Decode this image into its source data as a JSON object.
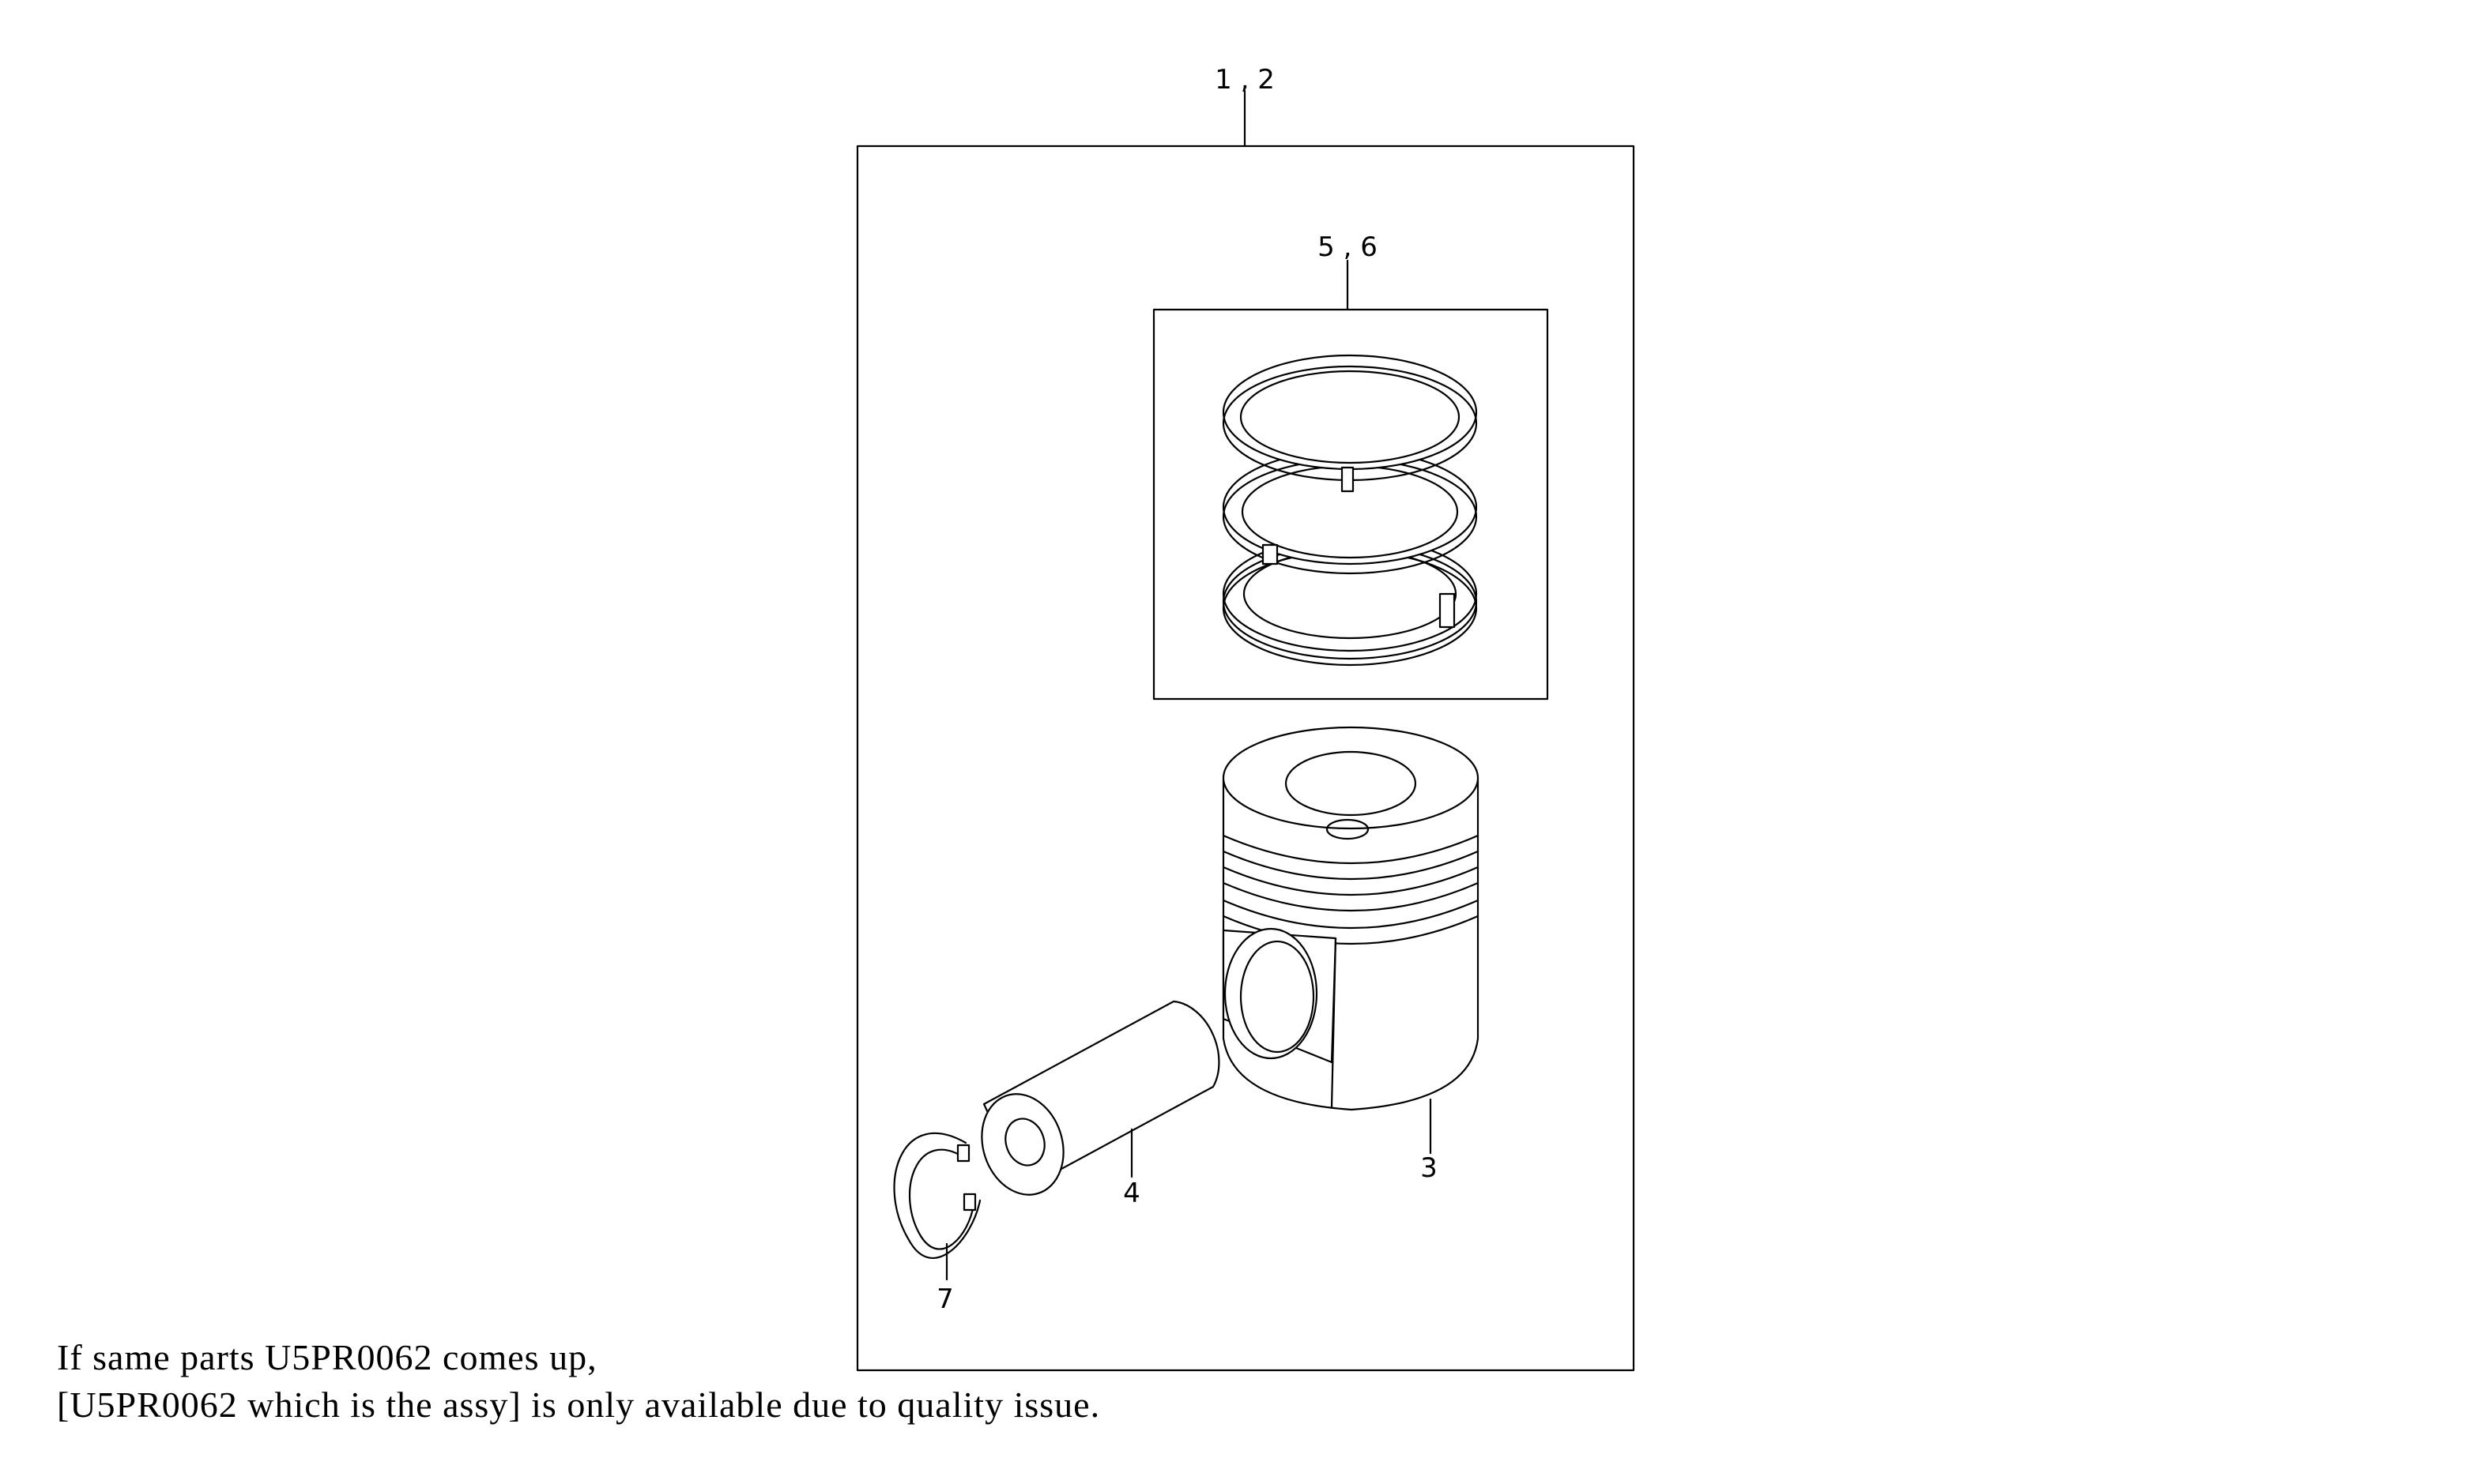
{
  "callouts": {
    "assembly": "1 , 2",
    "rings": "5 , 6",
    "piston": "3",
    "pin": "4",
    "snap_ring": "7"
  },
  "note": {
    "line1": "If same parts U5PR0062 comes up,",
    "line2": "[U5PR0062 which is the assy] is only available due to quality issue."
  }
}
